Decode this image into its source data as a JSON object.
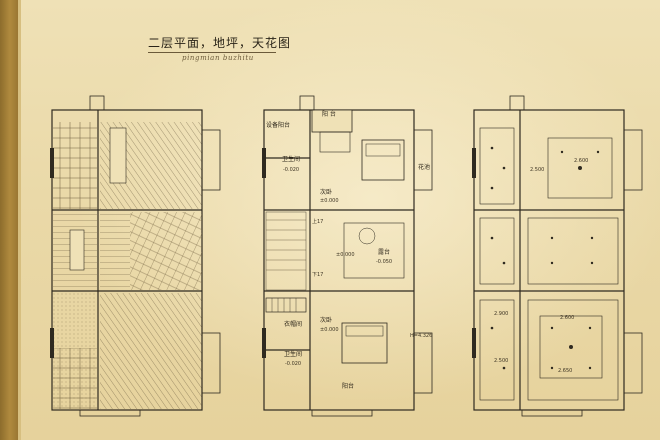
{
  "page": {
    "title": "二层平面，地坪，天花图",
    "subtitle": "pingmian buzhitu"
  },
  "middle_plan": {
    "labels": {
      "top": "阳 台",
      "balcony_equipment": "设备阳台",
      "bathroom": "卫生间",
      "bathroom_level": "-0.020",
      "bedroom": "次卧",
      "bedroom_level": "±0.000",
      "flower_bay": "花池",
      "stair_up": "上17",
      "stair_down": "下17",
      "level_a": "±0.000",
      "study": "露台",
      "study_level": "-0.050",
      "cloakroom": "衣帽间",
      "bathroom2": "卫生间",
      "bathroom2_level": "-0.020",
      "bedroom2": "次卧",
      "bedroom2_level": "±0.000",
      "elevation": "H=4.326",
      "terrace": "阳台"
    }
  },
  "right_plan": {
    "labels": {
      "a": "2.600",
      "b": "2.500",
      "c": "2.900",
      "d": "2.600",
      "e": "2.500",
      "f": "2.650"
    }
  },
  "colors": {
    "line": "#2f2a20",
    "brick": "#c9a96a",
    "band": "#9a7733"
  }
}
